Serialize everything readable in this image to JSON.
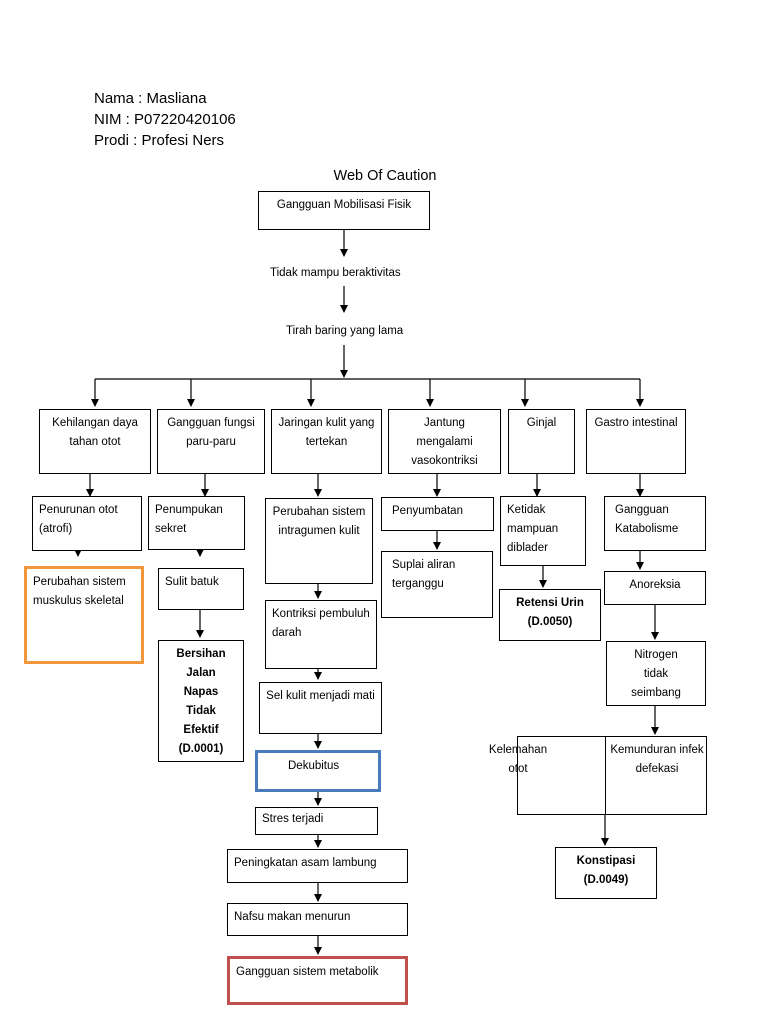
{
  "header": {
    "nama": "Nama : Masliana",
    "nim": "NIM : P07220420106",
    "prodi": "Prodi : Profesi Ners"
  },
  "title": "Web Of Caution",
  "nodes": {
    "root": "Gangguan Mobilisasi Fisik",
    "step1": "Tidak mampu beraktivitas",
    "step2": "Tirah baring yang lama",
    "otot": "Kehilangan daya tahan otot",
    "paru": "Gangguan fungsi paru-paru",
    "kulit": "Jaringan kulit yang tertekan",
    "jantung": "Jantung mengalami vasokontriksi",
    "ginjal": "Ginjal",
    "gastro": "Gastro intestinal",
    "atrofi": "Penurunan otot (atrofi)",
    "muskulus": "Perubahan sistem muskulus skeletal",
    "sekret": "Penumpukan sekret",
    "batuk": "Sulit batuk",
    "bersihan": "Bersihan Jalan Napas Tidak Efektif (D.0001)",
    "intragumen": "Perubahan sistem intragumen kulit",
    "kontriksi": "Kontriksi pembuluh darah",
    "selmati": "Sel kulit menjadi mati",
    "dekubitus": "Dekubitus",
    "stres": "Stres terjadi",
    "asam": "Peningkatan asam lambung",
    "nafsu": "Nafsu makan menurun",
    "metabolik": "Gangguan sistem metabolik",
    "penyumbatan": "Penyumbatan",
    "suplai": "Suplai aliran terganggu",
    "ketidak": "Ketidak mampuan diblader",
    "retensi": "Retensi Urin (D.0050)",
    "katabolisme": "Gangguan Katabolisme",
    "anoreksia": "Anoreksia",
    "nitrogen": "Nitrogen tidak seimbang",
    "kelemahan": "Kelemahan otot",
    "kemunduran": "Kemunduran infek defekasi",
    "konstipasi": "Konstipasi (D.0049)"
  }
}
